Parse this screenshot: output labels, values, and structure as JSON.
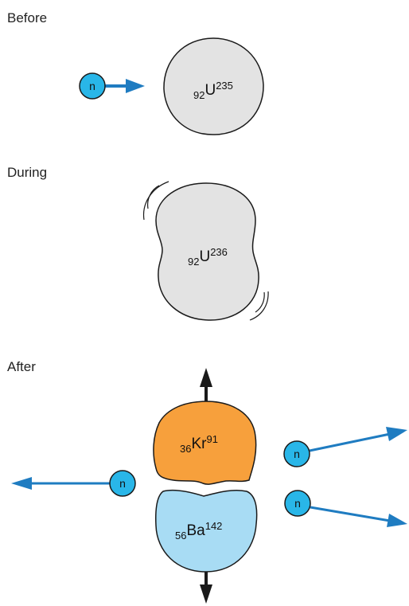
{
  "stages": {
    "before": "Before",
    "during": "During",
    "after": "After"
  },
  "neutron": {
    "symbol": "n"
  },
  "nuclei": {
    "uranium235": {
      "atomic_number": "92",
      "symbol": "U",
      "mass_number": "235"
    },
    "uranium236": {
      "atomic_number": "92",
      "symbol": "U",
      "mass_number": "236"
    },
    "krypton91": {
      "atomic_number": "36",
      "symbol": "Kr",
      "mass_number": "91"
    },
    "barium142": {
      "atomic_number": "56",
      "symbol": "Ba",
      "mass_number": "142"
    }
  },
  "colors": {
    "neutron_fill": "#29b6e8",
    "arrow_blue": "#1f7cc1",
    "arrow_black": "#1a1a1a",
    "uranium_fill": "#e3e3e3",
    "krypton_fill": "#f7a03c",
    "barium_fill": "#a8dcf4",
    "outline": "#1a1a1a"
  }
}
